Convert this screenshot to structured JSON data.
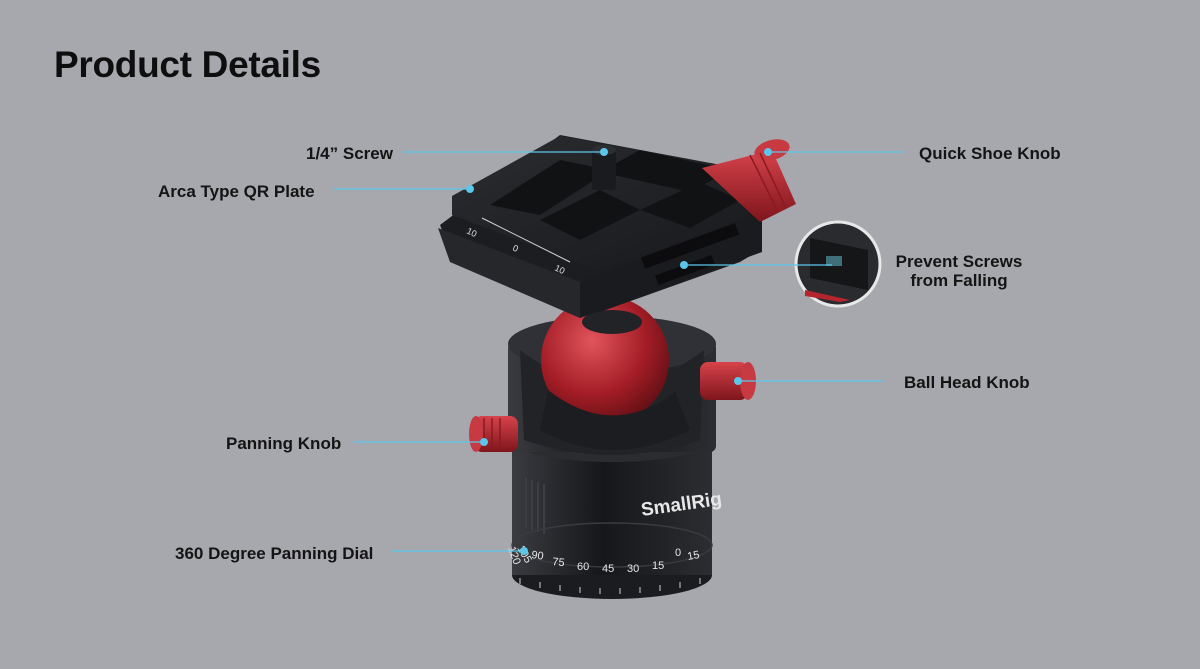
{
  "page": {
    "title": "Product Details"
  },
  "callouts": {
    "screw": "1/4” Screw",
    "plate": "Arca Type QR Plate",
    "quick_shoe": "Quick Shoe Knob",
    "prevent_line1": "Prevent Screws",
    "prevent_line2": "from Falling",
    "ball_knob": "Ball Head Knob",
    "panning_knob": "Panning Knob",
    "panning_dial": "360 Degree Panning Dial"
  },
  "product": {
    "brand": "SmallRig",
    "plate_scale": [
      "10",
      "0",
      "10"
    ],
    "dial_scale": [
      "120",
      "105",
      "90",
      "75",
      "60",
      "45",
      "30",
      "15",
      "0",
      "15"
    ]
  },
  "colors": {
    "background": "#a7a8ae",
    "callout_line": "#5cc6ea",
    "body_dark": "#1d1e22",
    "accent_red": "#b5252d"
  }
}
